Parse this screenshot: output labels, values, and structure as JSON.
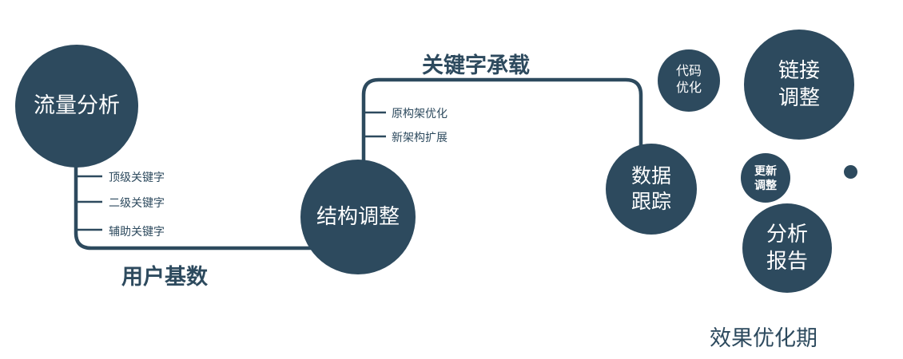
{
  "colors": {
    "primary": "#2d4a5e",
    "background": "#ffffff",
    "node_text": "#ffffff"
  },
  "nodes": {
    "traffic": {
      "label": "流量分析"
    },
    "structure": {
      "label": "结构调整"
    },
    "tracking": {
      "label": "数据\n跟踪"
    },
    "code": {
      "label": "代码\n优化"
    },
    "link": {
      "label": "链接\n调整"
    },
    "update": {
      "label": "更新\n调整"
    },
    "report": {
      "label": "分析\n报告"
    }
  },
  "edge_labels": {
    "user_base": "用户基数",
    "keyword_carrier": "关键字承载"
  },
  "ticks": {
    "traffic": [
      "顶级关键字",
      "二级关键字",
      "辅助关键字"
    ],
    "structure": [
      "原构架优化",
      "新架构扩展"
    ]
  },
  "caption": "效果优化期"
}
